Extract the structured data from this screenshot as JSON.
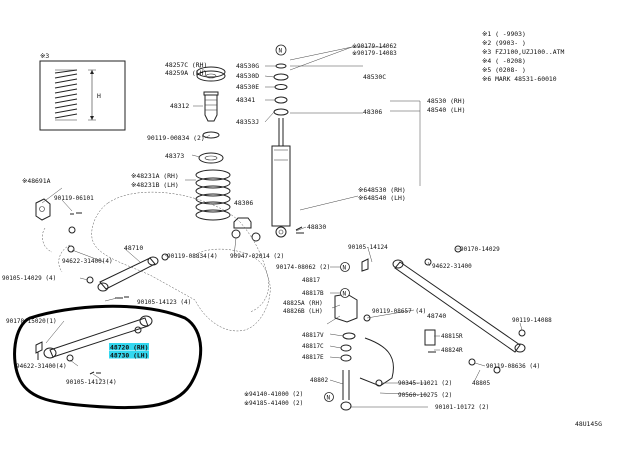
{
  "diagram_id": "48U145G",
  "legend": {
    "rows": [
      {
        "mark": "※1",
        "text": "(    -9903)"
      },
      {
        "mark": "※2",
        "text": "(9903-    )"
      },
      {
        "mark": "※3",
        "text": "FZJ100,UZJ100..ATM"
      },
      {
        "mark": "※4",
        "text": "(    -0208)"
      },
      {
        "mark": "※5",
        "text": "(0208-    )"
      },
      {
        "mark": "※6",
        "text": "MARK 48531-60010"
      }
    ]
  },
  "labels": {
    "spring_ref": "※3",
    "spring_dim": "H",
    "l48257c": "48257C (RH)",
    "l48259a": "48259A (LH)",
    "l48312": "48312",
    "l48353": "48353J",
    "l48341": "48341",
    "l48373": "48373",
    "l90119_00834": "90119-00834 (2)",
    "l48231a": "※48231A (RH)",
    "l48231b": "※48231B (LH)",
    "l48306": "48306",
    "l48691a": "※48691A",
    "l90119_06": "90119-06101",
    "l48710": "48710",
    "l94622": "94622-31400(4)",
    "l90119_0834_4": "90119-08834(4)",
    "l90105_a": "90105-14029 (4)",
    "l90105_b": "90105-14123 (4)",
    "l90178_1": "90178-15020(1)",
    "l90105_c": "90105-14123(4)",
    "l94622b": "94622-31400(4)",
    "lN_circle": "N",
    "l90179": "※90179-14062",
    "l90179b": "※90179-14083",
    "l48530b": "48530G",
    "l48530c": "48530C",
    "l48530d": "48530D",
    "l48530e": "48530E",
    "l48306r": "48306",
    "l48530_rh": "48530 (RH)",
    "l48540_lh": "48540 (LH)",
    "l48530_rh2": "※648530 (RH)",
    "l48540_lh2": "※648540 (LH)",
    "l48830": "48830",
    "l90947": "90947-02014 (2)",
    "l90105_14124": "90105-14124",
    "l90170_14029": "90170-14029",
    "l90174": "90174-08062 (2)",
    "l94622_31400": "94622-31400",
    "l48817": "48817",
    "l48825a": "48825A (RH)",
    "l48825b": "48826B (LH)",
    "l48817b": "48817B",
    "l48740": "48740",
    "l90119_08657": "90119-08657 (4)",
    "l90119_14088": "90119-14088",
    "l48817v": "48817V",
    "l48815r": "48815R",
    "l48817c": "48817C",
    "l48824": "48824R",
    "l48817e": "48817E",
    "l90119_08636": "90119-08636 (4)",
    "l48802": "48802",
    "l90345": "90345-11021 (2)",
    "l48805": "48805",
    "l94140": "※94140-41000 (2)",
    "l94185": "※94185-41400 (2)",
    "l90560": "90560-10275 (2)",
    "l90101": "90101-10172 (2)",
    "l48720_rh": "48720 (RH)",
    "l48730_lh": "48730 (LH)"
  },
  "highlight": {
    "color": "#34d8f0",
    "ring_color": "#000000"
  }
}
